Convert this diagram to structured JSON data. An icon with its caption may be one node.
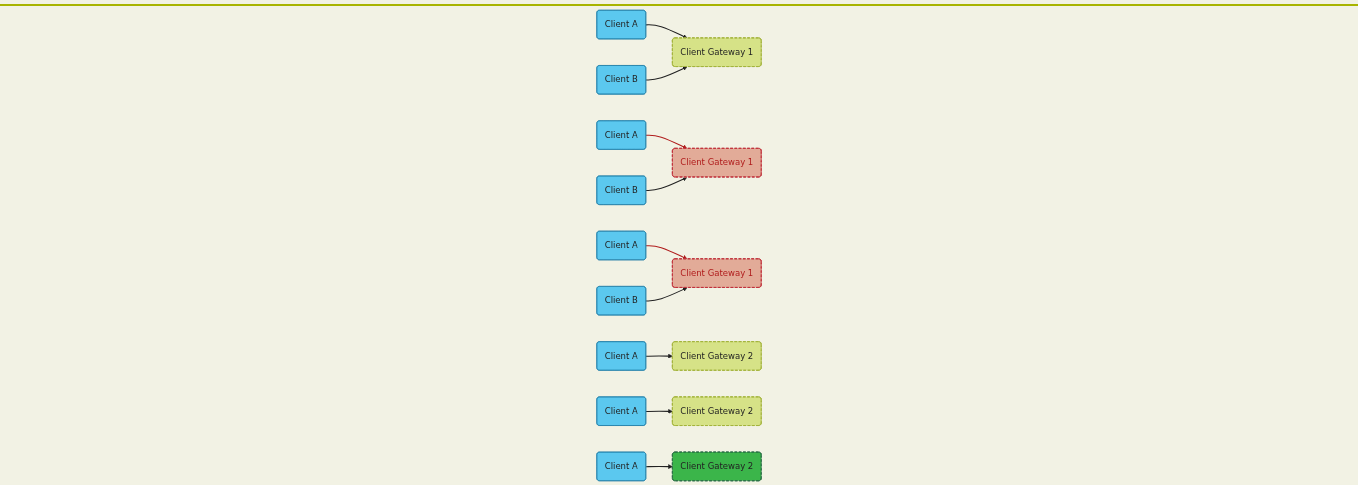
{
  "diagram": {
    "nodes": [
      {
        "text": [
          "Client A"
        ]
      },
      {
        "text": [
          "Client B"
        ]
      },
      {
        "text": [
          "Client Gateway 1"
        ]
      },
      {
        "text": [
          "Client A"
        ]
      },
      {
        "text": [
          "Client B"
        ]
      },
      {
        "text": [
          "Client Gateway 1"
        ]
      },
      {
        "text": [
          "Client A"
        ]
      },
      {
        "text": [
          "Client B"
        ]
      },
      {
        "text": [
          "Client Gateway 1"
        ]
      },
      {
        "text": [
          "Client A"
        ]
      },
      {
        "text": [
          "Client Gateway 2"
        ]
      },
      {
        "text": [
          "Client A"
        ]
      },
      {
        "text": [
          "Client Gateway 2"
        ]
      },
      {
        "text": [
          "Client A"
        ]
      },
      {
        "text": [
          "Client Gateway 2"
        ]
      }
    ],
    "edges": [
      {
        "from": 0,
        "to": 2,
        "arrow": "to"
      },
      {
        "from": 1,
        "to": 2,
        "arrow": "to"
      },
      {
        "from": 3,
        "to": 5,
        "arrow": "to",
        "color": "#b01c1c"
      },
      {
        "from": 4,
        "to": 5,
        "arrow": "to"
      },
      {
        "from": 6,
        "to": 8,
        "arrow": "to",
        "color": "#b01c1c"
      },
      {
        "from": 7,
        "to": 8,
        "arrow": "to"
      },
      {
        "from": 9,
        "to": 10,
        "arrow": "to"
      },
      {
        "from": 11,
        "to": 12,
        "arrow": "to"
      },
      {
        "from": 13,
        "to": 14,
        "arrow": "to"
      }
    ]
  }
}
